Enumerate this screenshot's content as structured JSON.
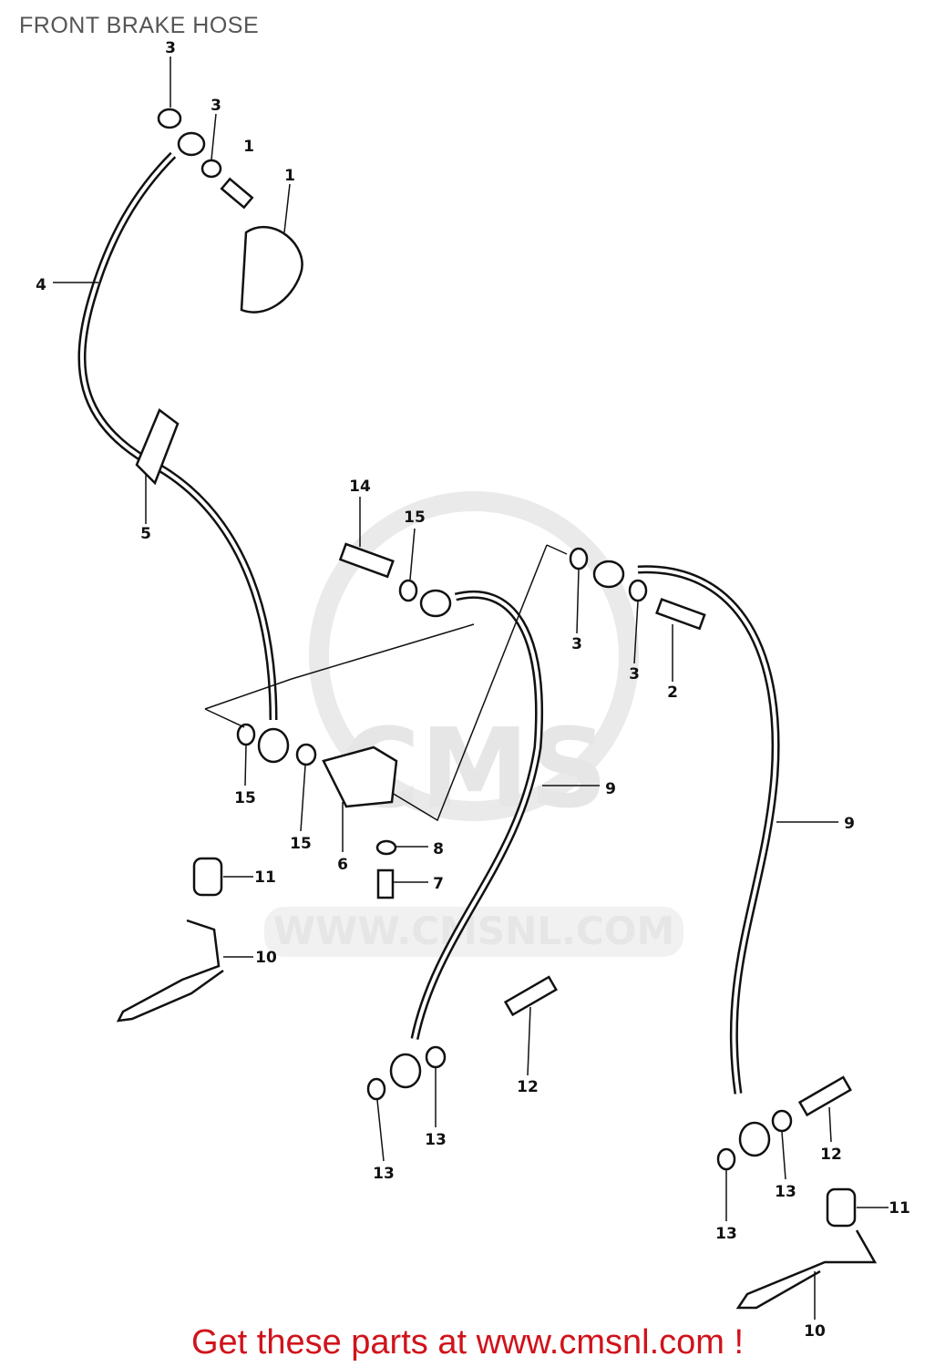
{
  "title": "FRONT BRAKE HOSE",
  "footer": "Get these parts at www.cmsnl.com !",
  "watermark": {
    "logo": "CMS",
    "url": "WWW.CMSNL.COM"
  },
  "callouts": [
    "3",
    "3",
    "1",
    "1",
    "4",
    "5",
    "14",
    "15",
    "3",
    "3",
    "2",
    "9",
    "9",
    "15",
    "15",
    "6",
    "8",
    "7",
    "11",
    "10",
    "12",
    "13",
    "13",
    "12",
    "13",
    "13",
    "11",
    "10"
  ],
  "colors": {
    "footer": "#d0131b",
    "title": "#555555"
  }
}
